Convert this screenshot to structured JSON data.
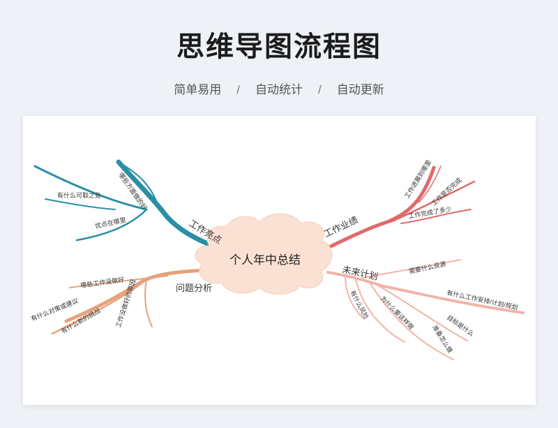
{
  "header": {
    "title": "思维导图流程图",
    "subtitle_items": [
      "简单易用",
      "自动统计",
      "自动更新"
    ],
    "separator": "/"
  },
  "mindmap": {
    "center": "个人年中总结",
    "branches": [
      {
        "label": "工作亮点",
        "color": "#2a8fa6",
        "children": [
          "哪些方面做的好",
          "有什么可取之处",
          "优点在哪里"
        ]
      },
      {
        "label": "工作业绩",
        "color": "#e0696c",
        "children": [
          "工作进展到哪里",
          "工作是否完成",
          "工作完成了多少"
        ]
      },
      {
        "label": "问题分析",
        "color": "#e6a27c",
        "children": [
          "哪些工作没做好",
          "有什么对策或建议",
          "有什么新的挑战",
          "工作没做好的原因"
        ]
      },
      {
        "label": "未来计划",
        "color": "#f2b3a8",
        "children": [
          "需要什么资源",
          "有什么工作安排/计划/规划",
          "目标是什么",
          "准备怎么做",
          "为什么要这样做",
          "有什么风险"
        ]
      }
    ]
  },
  "colors": {
    "center_fill": "#fbe1d3",
    "background": "#eef1f5",
    "card": "#ffffff"
  }
}
